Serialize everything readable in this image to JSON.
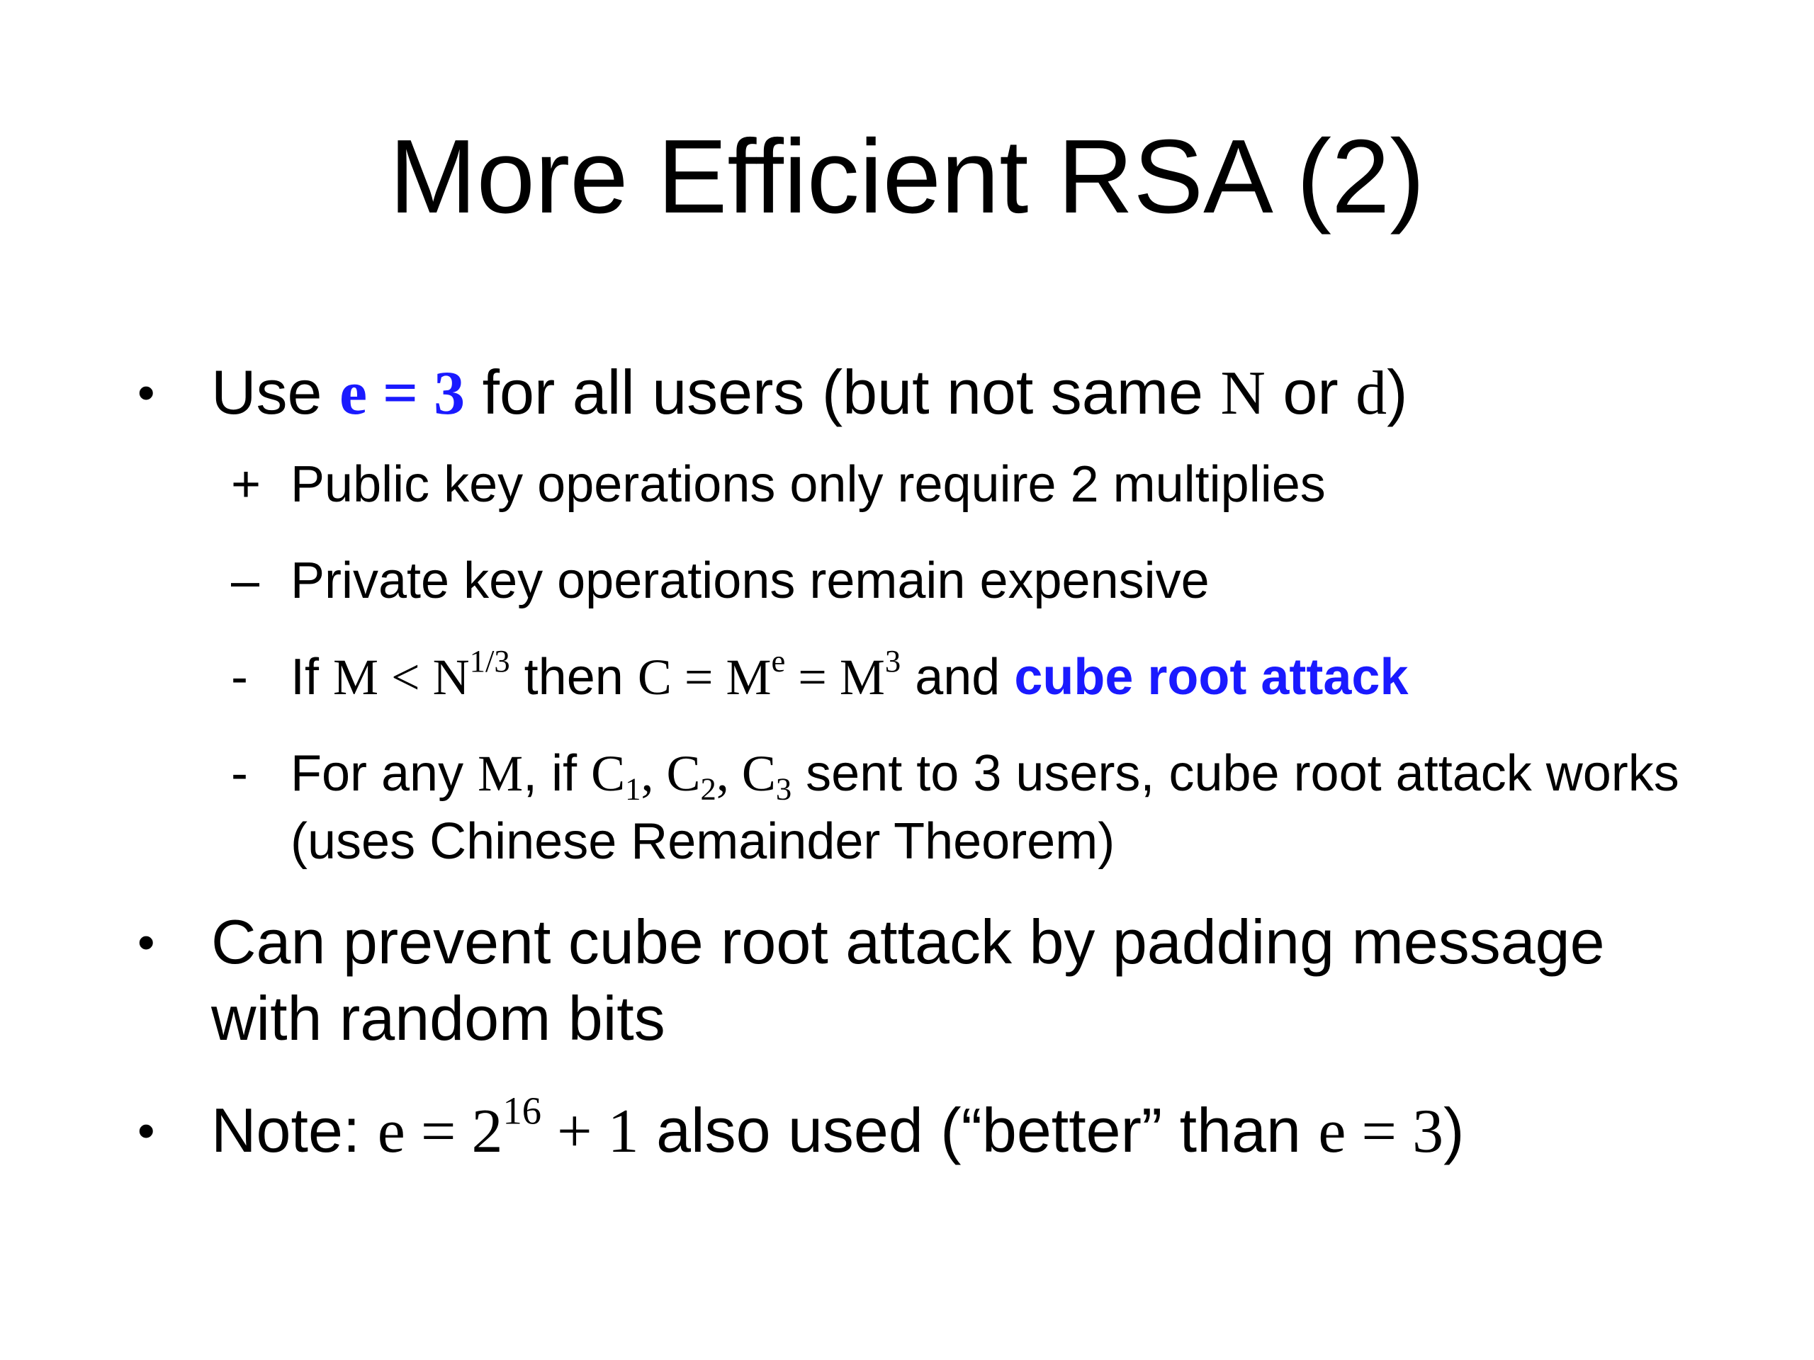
{
  "title": "More Efficient RSA (2)",
  "bullets": {
    "b1": {
      "marker": "•",
      "pre": "Use ",
      "highlight": "e = 3",
      "mid": " for all users (but not same ",
      "n": "N",
      "or": " or ",
      "d": "d",
      "post": ")"
    },
    "s1": {
      "marker": "+",
      "text": "Public key operations only require 2 multiplies"
    },
    "s2": {
      "marker": "–",
      "text": "Private key operations remain expensive"
    },
    "s3": {
      "marker": "-",
      "pre": "If ",
      "cond": "M < N",
      "cond_exp": "1/3",
      "then": " then ",
      "eq1": "C = M",
      "eq1_exp": "e",
      "eq2": " = M",
      "eq2_exp": "3",
      "and": " and ",
      "highlight": "cube root attack"
    },
    "s4": {
      "marker": "-",
      "pre": "For any ",
      "m": "M",
      "if": ", if ",
      "c": "C",
      "c1_sub": "1",
      "sep1": ", ",
      "c2_sub": "2",
      "sep2": ", ",
      "c3_sub": "3",
      "post": " sent to 3 users, cube root attack works (uses Chinese Remainder Theorem)"
    },
    "b2": {
      "marker": "•",
      "text": "Can prevent cube root attack by padding message with random bits"
    },
    "b3": {
      "marker": "•",
      "pre": "Note: ",
      "eq_base": "e = 2",
      "eq_exp": "16",
      "eq_tail": " + 1",
      "mid": " also used (“better” than ",
      "eq3": "e = 3",
      "post": ")"
    }
  },
  "colors": {
    "accent": "#1a1aff",
    "text": "#000000",
    "background": "#ffffff"
  }
}
